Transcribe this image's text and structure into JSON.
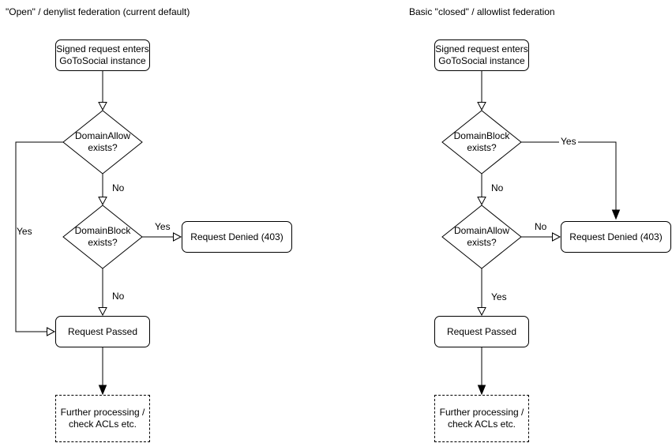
{
  "diagram": {
    "left": {
      "title": "\"Open\" / denylist federation (current default)",
      "nodes": {
        "start": "Signed request enters\nGoToSocial instance",
        "decision1": "DomainAllow\nexists?",
        "decision2": "DomainBlock\nexists?",
        "denied": "Request Denied (403)",
        "passed": "Request Passed",
        "further": "Further processing /\ncheck ACLs etc."
      },
      "labels": {
        "decision1_yes": "Yes",
        "decision1_no": "No",
        "decision2_yes": "Yes",
        "decision2_no": "No"
      }
    },
    "right": {
      "title": "Basic \"closed\" / allowlist federation",
      "nodes": {
        "start": "Signed request enters\nGoToSocial instance",
        "decision1": "DomainBlock\nexists?",
        "decision2": "DomainAllow\nexists?",
        "denied": "Request Denied (403)",
        "passed": "Request Passed",
        "further": "Further processing /\ncheck ACLs etc."
      },
      "labels": {
        "decision1_yes": "Yes",
        "decision1_no": "No",
        "decision2_no": "No",
        "decision2_yes": "Yes"
      }
    },
    "colors": {
      "stroke": "#000000",
      "fill": "#ffffff",
      "text": "#000000"
    }
  }
}
